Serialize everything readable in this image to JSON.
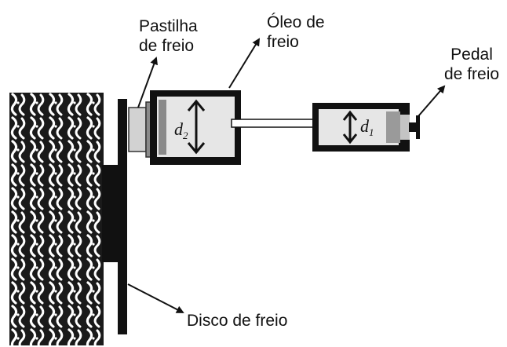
{
  "labels": {
    "pad_line1": "Pastilha",
    "pad_line2": "de freio",
    "oil_line1": "Óleo de",
    "oil_line2": "freio",
    "pedal_line1": "Pedal",
    "pedal_line2": "de freio",
    "disc": "Disco de freio"
  },
  "dimensions": {
    "d2_letter": "d",
    "d2_sub": "2",
    "d1_letter": "d",
    "d1_sub": "1"
  },
  "colors": {
    "line": "#111111",
    "fluid": "#e6e6e6",
    "pad_light": "#d2d2d2",
    "pad_dark": "#8a8a8a"
  }
}
